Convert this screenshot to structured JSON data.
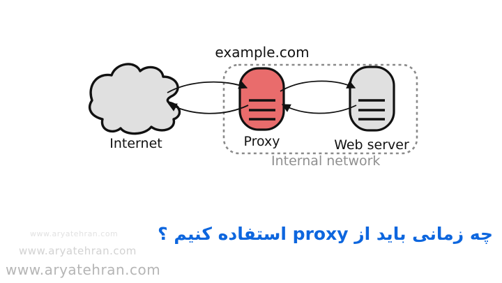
{
  "diagram": {
    "domain_label": "example.com",
    "internet_label": "Internet",
    "proxy_label": "Proxy",
    "web_server_label": "Web server",
    "internal_network_label": "Internal network",
    "colors": {
      "proxy_fill": "#e96c6c",
      "node_fill": "#e0e0e0",
      "outline": "#111111",
      "dashed_border": "#8a8a8a",
      "internal_network_text": "#8f8f8f"
    }
  },
  "caption": {
    "text": "چه زمانی باید از proxy استفاده کنیم ؟",
    "color": "#0d66de"
  },
  "watermarks": [
    {
      "text": "www.aryatehran.com"
    },
    {
      "text": "www.aryatehran.com"
    },
    {
      "text": "www.aryatehran.com"
    }
  ]
}
